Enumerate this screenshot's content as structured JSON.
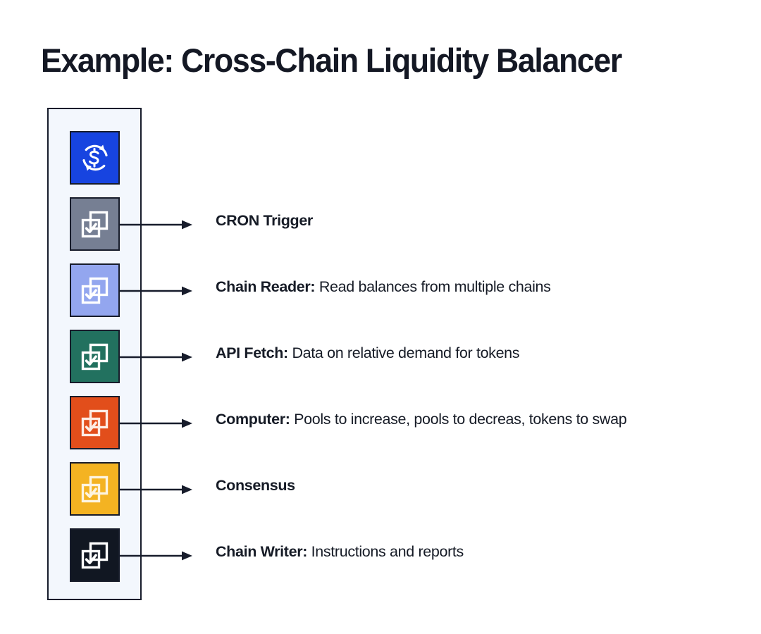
{
  "page": {
    "title": "Example: Cross-Chain Liquidity Balancer",
    "background_color": "#ffffff",
    "text_color": "#161b26"
  },
  "container": {
    "name": "workflow-stack",
    "fill_color": "#f3f7fd",
    "border_color": "#171c2b"
  },
  "rows": [
    {
      "icon_name": "currency-swap-icon",
      "icon_glyph": "circular-arrows-dollar",
      "tile_color": "#1744e0",
      "glyph_color": "#ffffff",
      "has_arrow": false,
      "label": "",
      "description": ""
    },
    {
      "icon_name": "duplicate-check-icon",
      "icon_glyph": "stacked-squares-check",
      "tile_color": "#767f93",
      "glyph_color": "#ffffff",
      "has_arrow": true,
      "label": "CRON Trigger",
      "description": ""
    },
    {
      "icon_name": "duplicate-check-icon",
      "icon_glyph": "stacked-squares-check",
      "tile_color": "#93a6ef",
      "glyph_color": "#ffffff",
      "has_arrow": true,
      "label": "Chain Reader:",
      "description": " Read balances from multiple chains"
    },
    {
      "icon_name": "duplicate-check-icon",
      "icon_glyph": "stacked-squares-check",
      "tile_color": "#22715f",
      "glyph_color": "#ffffff",
      "has_arrow": true,
      "label": "API Fetch:",
      "description": " Data on relative demand for tokens"
    },
    {
      "icon_name": "duplicate-check-icon",
      "icon_glyph": "stacked-squares-check",
      "tile_color": "#e24e1b",
      "glyph_color": "#fdece4",
      "has_arrow": true,
      "label": "Computer:",
      "description": " Pools to increase, pools to decreas, tokens to swap"
    },
    {
      "icon_name": "duplicate-check-icon",
      "icon_glyph": "stacked-squares-check",
      "tile_color": "#f4b322",
      "glyph_color": "#fdf4e0",
      "has_arrow": true,
      "label": "Consensus",
      "description": ""
    },
    {
      "icon_name": "duplicate-check-icon",
      "icon_glyph": "stacked-squares-check",
      "tile_color": "#111722",
      "glyph_color": "#ffffff",
      "has_arrow": true,
      "label": "Chain Writer:",
      "description": " Instructions and reports"
    }
  ],
  "arrow": {
    "name": "flow-arrow",
    "color": "#171c2b"
  }
}
